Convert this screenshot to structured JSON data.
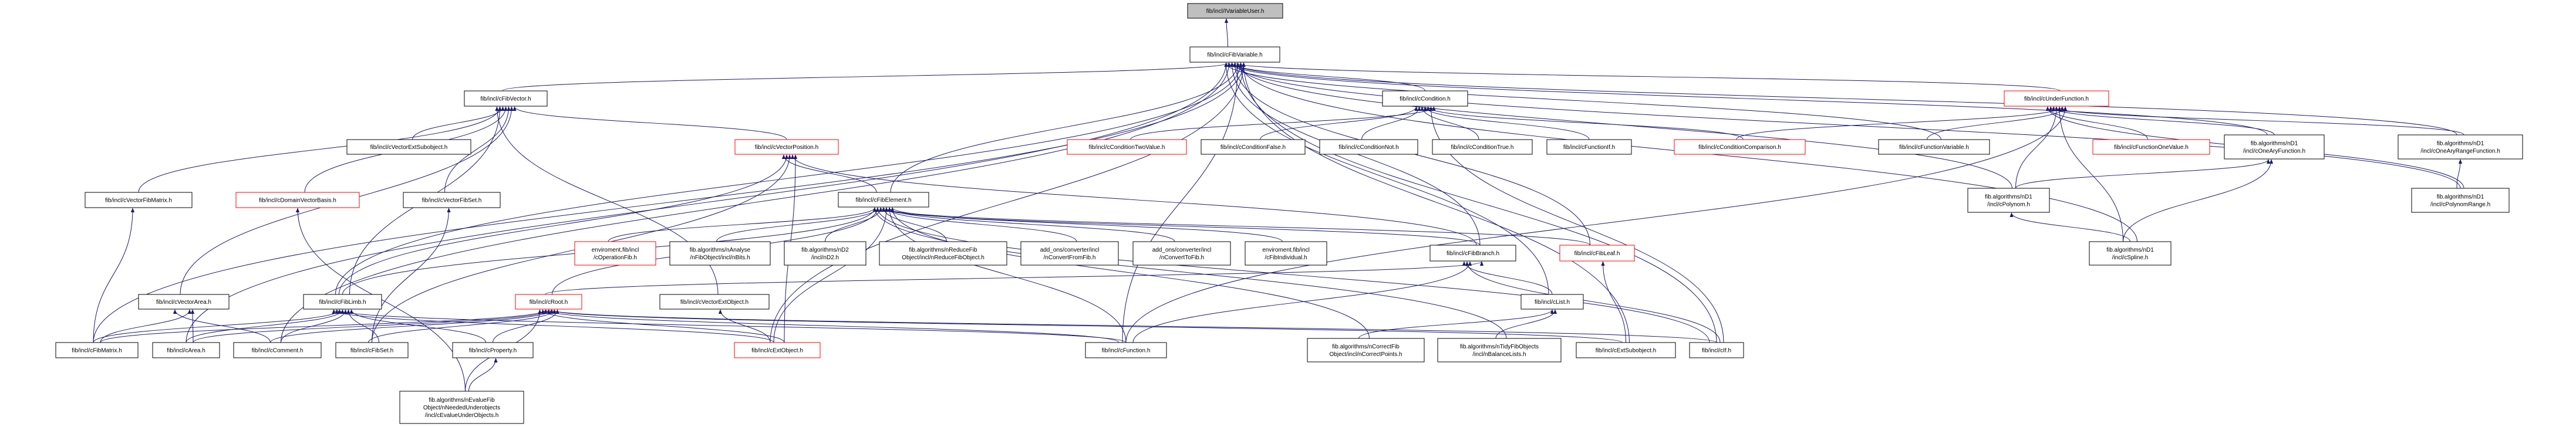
{
  "colors": {
    "edge": "#191970",
    "node_border": "#000000",
    "node_border_incomplete": "#ff0000",
    "root_fill": "#bfbfbf"
  },
  "nodes": [
    {
      "id": "IVariableUser",
      "label_lines": [
        "fib/incl/IVariableUser.h"
      ],
      "kind": "root"
    },
    {
      "id": "cFibVariable",
      "label_lines": [
        "fib/incl/cFibVariable.h"
      ],
      "kind": "normal"
    },
    {
      "id": "cFibVector",
      "label_lines": [
        "fib/incl/cFibVector.h"
      ],
      "kind": "normal"
    },
    {
      "id": "cCondition",
      "label_lines": [
        "fib/incl/cCondition.h"
      ],
      "kind": "normal"
    },
    {
      "id": "cUnderFunction",
      "label_lines": [
        "fib/incl/cUnderFunction.h"
      ],
      "kind": "incomplete"
    },
    {
      "id": "cVectorExtSubobject",
      "label_lines": [
        "fib/incl/cVectorExtSubobject.h"
      ],
      "kind": "normal"
    },
    {
      "id": "cVectorPosition",
      "label_lines": [
        "fib/incl/cVectorPosition.h"
      ],
      "kind": "incomplete"
    },
    {
      "id": "cConditionTwoValue",
      "label_lines": [
        "fib/incl/cConditionTwoValue.h"
      ],
      "kind": "incomplete"
    },
    {
      "id": "cConditionFalse",
      "label_lines": [
        "fib/incl/cConditionFalse.h"
      ],
      "kind": "normal"
    },
    {
      "id": "cConditionNot",
      "label_lines": [
        "fib/incl/cConditionNot.h"
      ],
      "kind": "normal"
    },
    {
      "id": "cConditionTrue",
      "label_lines": [
        "fib/incl/cConditionTrue.h"
      ],
      "kind": "normal"
    },
    {
      "id": "cFunctionIf",
      "label_lines": [
        "fib/incl/cFunctionIf.h"
      ],
      "kind": "normal"
    },
    {
      "id": "cConditionComparison",
      "label_lines": [
        "fib/incl/cConditionComparison.h"
      ],
      "kind": "incomplete"
    },
    {
      "id": "cFunctionVariable",
      "label_lines": [
        "fib/incl/cFunctionVariable.h"
      ],
      "kind": "normal"
    },
    {
      "id": "cFunctionOneValue",
      "label_lines": [
        "fib/incl/cFunctionOneValue.h"
      ],
      "kind": "incomplete"
    },
    {
      "id": "cOneAryFunction",
      "label_lines": [
        "fib.algorithms/nD1",
        "/incl/cOneAryFunction.h"
      ],
      "kind": "normal"
    },
    {
      "id": "cOneAryRangeFunction",
      "label_lines": [
        "fib.algorithms/nD1",
        "/incl/cOneAryRangeFunction.h"
      ],
      "kind": "normal"
    },
    {
      "id": "cVectorFibMatrix",
      "label_lines": [
        "fib/incl/cVectorFibMatrix.h"
      ],
      "kind": "normal"
    },
    {
      "id": "cDomainVectorBasis",
      "label_lines": [
        "fib/incl/cDomainVectorBasis.h"
      ],
      "kind": "incomplete"
    },
    {
      "id": "cVectorFibSet",
      "label_lines": [
        "fib/incl/cVectorFibSet.h"
      ],
      "kind": "normal"
    },
    {
      "id": "cFibElement",
      "label_lines": [
        "fib/incl/cFibElement.h"
      ],
      "kind": "normal"
    },
    {
      "id": "cPolynom",
      "label_lines": [
        "fib.algorithms/nD1",
        "/incl/cPolynom.h"
      ],
      "kind": "normal"
    },
    {
      "id": "cPolynomRange",
      "label_lines": [
        "fib.algorithms/nD1",
        "/incl/cPolynomRange.h"
      ],
      "kind": "normal"
    },
    {
      "id": "cOperationFib",
      "label_lines": [
        "enviroment.fib/incl",
        "/cOperationFib.h"
      ],
      "kind": "incomplete"
    },
    {
      "id": "nBits",
      "label_lines": [
        "fib.algorithms/nAnalyse",
        "/nFibObject/incl/nBits.h"
      ],
      "kind": "normal"
    },
    {
      "id": "nD2",
      "label_lines": [
        "fib.algorithms/nD2",
        "/incl/nD2.h"
      ],
      "kind": "normal"
    },
    {
      "id": "nReduceFibObject",
      "label_lines": [
        "fib.algorithms/nReduceFib",
        "Object/incl/nReduceFibObject.h"
      ],
      "kind": "normal"
    },
    {
      "id": "nConvertFromFib",
      "label_lines": [
        "add_ons/converter/incl",
        "/nConvertFromFib.h"
      ],
      "kind": "normal"
    },
    {
      "id": "nConvertToFib",
      "label_lines": [
        "add_ons/converter/incl",
        "/nConvertToFib.h"
      ],
      "kind": "normal"
    },
    {
      "id": "cFibIndividual",
      "label_lines": [
        "enviroment.fib/incl",
        "/cFibIndividual.h"
      ],
      "kind": "normal"
    },
    {
      "id": "cFibBranch",
      "label_lines": [
        "fib/incl/cFibBranch.h"
      ],
      "kind": "normal"
    },
    {
      "id": "cFibLeaf",
      "label_lines": [
        "fib/incl/cFibLeaf.h"
      ],
      "kind": "incomplete"
    },
    {
      "id": "cSpline",
      "label_lines": [
        "fib.algorithms/nD1",
        "/incl/cSpline.h"
      ],
      "kind": "normal"
    },
    {
      "id": "cVectorArea",
      "label_lines": [
        "fib/incl/cVectorArea.h"
      ],
      "kind": "normal"
    },
    {
      "id": "cFibLimb",
      "label_lines": [
        "fib/incl/cFibLimb.h"
      ],
      "kind": "normal"
    },
    {
      "id": "cRoot",
      "label_lines": [
        "fib/incl/cRoot.h"
      ],
      "kind": "incomplete"
    },
    {
      "id": "cVectorExtObject",
      "label_lines": [
        "fib/incl/cVectorExtObject.h"
      ],
      "kind": "normal"
    },
    {
      "id": "cList",
      "label_lines": [
        "fib/incl/cList.h"
      ],
      "kind": "normal"
    },
    {
      "id": "cFibMatrix",
      "label_lines": [
        "fib/incl/cFibMatrix.h"
      ],
      "kind": "normal"
    },
    {
      "id": "cArea",
      "label_lines": [
        "fib/incl/cArea.h"
      ],
      "kind": "normal"
    },
    {
      "id": "cComment",
      "label_lines": [
        "fib/incl/cComment.h"
      ],
      "kind": "normal"
    },
    {
      "id": "cFibSet",
      "label_lines": [
        "fib/incl/cFibSet.h"
      ],
      "kind": "normal"
    },
    {
      "id": "cProperty",
      "label_lines": [
        "fib/incl/cProperty.h"
      ],
      "kind": "normal"
    },
    {
      "id": "cExtObject",
      "label_lines": [
        "fib/incl/cExtObject.h"
      ],
      "kind": "incomplete"
    },
    {
      "id": "cFunction",
      "label_lines": [
        "fib/incl/cFunction.h"
      ],
      "kind": "normal"
    },
    {
      "id": "nCorrectPoints",
      "label_lines": [
        "fib.algorithms/nCorrectFib",
        "Object/incl/nCorrectPoints.h"
      ],
      "kind": "normal"
    },
    {
      "id": "nBalanceLists",
      "label_lines": [
        "fib.algorithms/nTidyFibObjects",
        "/incl/nBalanceLists.h"
      ],
      "kind": "normal"
    },
    {
      "id": "cExtSubobject",
      "label_lines": [
        "fib/incl/cExtSubobject.h"
      ],
      "kind": "normal"
    },
    {
      "id": "cIf",
      "label_lines": [
        "fib/incl/cIf.h"
      ],
      "kind": "normal"
    },
    {
      "id": "cEvalueUnderObjects",
      "label_lines": [
        "fib.algorithms/nEvalueFib",
        "Object/nNeededUnderobjects",
        "/incl/cEvalueUnderObjects.h"
      ],
      "kind": "normal"
    }
  ],
  "edges": [
    [
      "cFibVariable",
      "IVariableUser"
    ],
    [
      "cFibVector",
      "cFibVariable"
    ],
    [
      "cCondition",
      "cFibVariable"
    ],
    [
      "cUnderFunction",
      "cFibVariable"
    ],
    [
      "cFibElement",
      "cFibVariable"
    ],
    [
      "cFibLimb",
      "cFibVariable"
    ],
    [
      "cFibMatrix",
      "cFibVariable"
    ],
    [
      "cArea",
      "cFibVariable"
    ],
    [
      "cComment",
      "cFibVariable"
    ],
    [
      "cFibBranch",
      "cFibVariable"
    ],
    [
      "cFibLeaf",
      "cFibVariable"
    ],
    [
      "cFunction",
      "cFibVariable"
    ],
    [
      "cIf",
      "cFibVariable"
    ],
    [
      "cExtSubobject",
      "cFibVariable"
    ],
    [
      "cFunctionVariable",
      "cFibVariable"
    ],
    [
      "cOneAryFunction",
      "cFibVariable"
    ],
    [
      "cOneAryRangeFunction",
      "cFibVariable"
    ],
    [
      "cPolynomRange",
      "cFibVariable"
    ],
    [
      "cPolynom",
      "cFibVariable"
    ],
    [
      "cSpline",
      "cFibVariable"
    ],
    [
      "cExtObject",
      "cFibVariable"
    ],
    [
      "cList",
      "cFibVariable"
    ],
    [
      "cVectorFibMatrix",
      "cFibVector"
    ],
    [
      "cVectorExtSubobject",
      "cFibVector"
    ],
    [
      "cDomainVectorBasis",
      "cFibVector"
    ],
    [
      "cVectorFibSet",
      "cFibVector"
    ],
    [
      "cVectorArea",
      "cFibVector"
    ],
    [
      "cVectorPosition",
      "cFibVector"
    ],
    [
      "cVectorExtObject",
      "cFibVector"
    ],
    [
      "cFibLimb",
      "cFibVector"
    ],
    [
      "cFibElement",
      "cVectorPosition"
    ],
    [
      "cFibLimb",
      "cVectorPosition"
    ],
    [
      "cFibSet",
      "cVectorPosition"
    ],
    [
      "cFibBranch",
      "cVectorPosition"
    ],
    [
      "cExtObject",
      "cVectorPosition"
    ],
    [
      "cOperationFib",
      "cFibElement"
    ],
    [
      "nBits",
      "cFibElement"
    ],
    [
      "nD2",
      "cFibElement"
    ],
    [
      "nReduceFibObject",
      "cFibElement"
    ],
    [
      "nConvertFromFib",
      "cFibElement"
    ],
    [
      "nConvertToFib",
      "cFibElement"
    ],
    [
      "cFibIndividual",
      "cFibElement"
    ],
    [
      "cFibLimb",
      "cFibElement"
    ],
    [
      "cRoot",
      "cFibElement"
    ],
    [
      "cFibBranch",
      "cFibElement"
    ],
    [
      "cFibLeaf",
      "cFibElement"
    ],
    [
      "cExtObject",
      "cFibElement"
    ],
    [
      "cFunction",
      "cFibElement"
    ],
    [
      "nCorrectPoints",
      "cFibElement"
    ],
    [
      "nBalanceLists",
      "cFibElement"
    ],
    [
      "cIf",
      "cFibElement"
    ],
    [
      "cFibMatrix",
      "cFibLimb"
    ],
    [
      "cArea",
      "cFibLimb"
    ],
    [
      "cComment",
      "cFibLimb"
    ],
    [
      "cFibSet",
      "cFibLimb"
    ],
    [
      "cProperty",
      "cFibLimb"
    ],
    [
      "cExtObject",
      "cFibLimb"
    ],
    [
      "cFunction",
      "cFibLimb"
    ],
    [
      "cFibMatrix",
      "cRoot"
    ],
    [
      "cArea",
      "cRoot"
    ],
    [
      "cComment",
      "cRoot"
    ],
    [
      "cFibSet",
      "cRoot"
    ],
    [
      "cProperty",
      "cRoot"
    ],
    [
      "cEvalueUnderObjects",
      "cRoot"
    ],
    [
      "cExtObject",
      "cRoot"
    ],
    [
      "cFunction",
      "cRoot"
    ],
    [
      "cExtSubobject",
      "cRoot"
    ],
    [
      "cIf",
      "cRoot"
    ],
    [
      "cFibMatrix",
      "cVectorArea"
    ],
    [
      "cArea",
      "cVectorArea"
    ],
    [
      "cComment",
      "cVectorArea"
    ],
    [
      "cFibMatrix",
      "cVectorFibMatrix"
    ],
    [
      "cFibSet",
      "cVectorFibSet"
    ],
    [
      "cEvalueUnderObjects",
      "cDomainVectorBasis"
    ],
    [
      "cEvalueUnderObjects",
      "cProperty"
    ],
    [
      "cExtObject",
      "cVectorExtObject"
    ],
    [
      "cRoot",
      "cFibBranch"
    ],
    [
      "cList",
      "cFibBranch"
    ],
    [
      "cIf",
      "cFibBranch"
    ],
    [
      "cFunction",
      "cFibBranch"
    ],
    [
      "nCorrectPoints",
      "cList"
    ],
    [
      "nBalanceLists",
      "cList"
    ],
    [
      "cExtSubobject",
      "cFibLeaf"
    ],
    [
      "cConditionTwoValue",
      "cCondition"
    ],
    [
      "cConditionFalse",
      "cCondition"
    ],
    [
      "cConditionNot",
      "cCondition"
    ],
    [
      "cConditionTrue",
      "cCondition"
    ],
    [
      "cFunctionIf",
      "cCondition"
    ],
    [
      "cConditionComparison",
      "cCondition"
    ],
    [
      "cIf",
      "cCondition"
    ],
    [
      "cFunctionVariable",
      "cUnderFunction"
    ],
    [
      "cFunctionOneValue",
      "cUnderFunction"
    ],
    [
      "cOneAryFunction",
      "cUnderFunction"
    ],
    [
      "cOneAryRangeFunction",
      "cUnderFunction"
    ],
    [
      "cPolynom",
      "cUnderFunction"
    ],
    [
      "cSpline",
      "cUnderFunction"
    ],
    [
      "cConditionComparison",
      "cUnderFunction"
    ],
    [
      "cFunction",
      "cUnderFunction"
    ],
    [
      "cPolynomRange",
      "cUnderFunction"
    ],
    [
      "cPolynom",
      "cOneAryFunction"
    ],
    [
      "cSpline",
      "cOneAryFunction"
    ],
    [
      "cPolynomRange",
      "cOneAryRangeFunction"
    ],
    [
      "cSpline",
      "cPolynom"
    ]
  ]
}
